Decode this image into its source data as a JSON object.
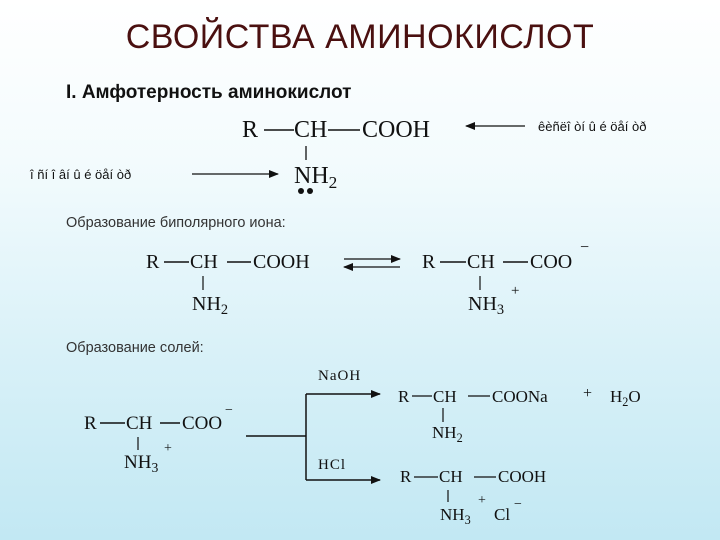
{
  "title": "СВОЙСТВА АМИНОКИСЛОТ",
  "subtitle": "I. Амфотерность аминокислот",
  "top": {
    "R": "R",
    "CH": "CH",
    "COOH": "COOH",
    "NH": "NH",
    "two": "2",
    "acid_label": "êèñëî òí û é öåí òð",
    "base_label": "î ñí î âí û é öåí òð"
  },
  "bipolar": {
    "label": "Образование биполярного иона:",
    "left": {
      "R": "R",
      "CH": "CH",
      "COOH": "COOH",
      "NH": "NH",
      "two": "2"
    },
    "right": {
      "R": "R",
      "CH": "CH",
      "COO": "COO",
      "minus": "−",
      "NH": "NH",
      "three": "3",
      "plus": "+"
    }
  },
  "salts": {
    "label": "Образование солей:",
    "reactant": {
      "R": "R",
      "CH": "CH",
      "COO": "COO",
      "minus": "−",
      "NH": "NH",
      "three": "3",
      "plus": "+"
    },
    "naoh": "NaOH",
    "hcl": "HCl",
    "product1": {
      "R": "R",
      "CH": "CH",
      "COONa": "COONa",
      "plus_sign": "+",
      "H": "H",
      "two": "2",
      "O": "O",
      "NH": "NH",
      "two_b": "2"
    },
    "product2": {
      "R": "R",
      "CH": "CH",
      "COOH": "COOH",
      "NH": "NH",
      "three": "3",
      "plus": "+",
      "Cl": "Cl",
      "minus": "−"
    }
  }
}
